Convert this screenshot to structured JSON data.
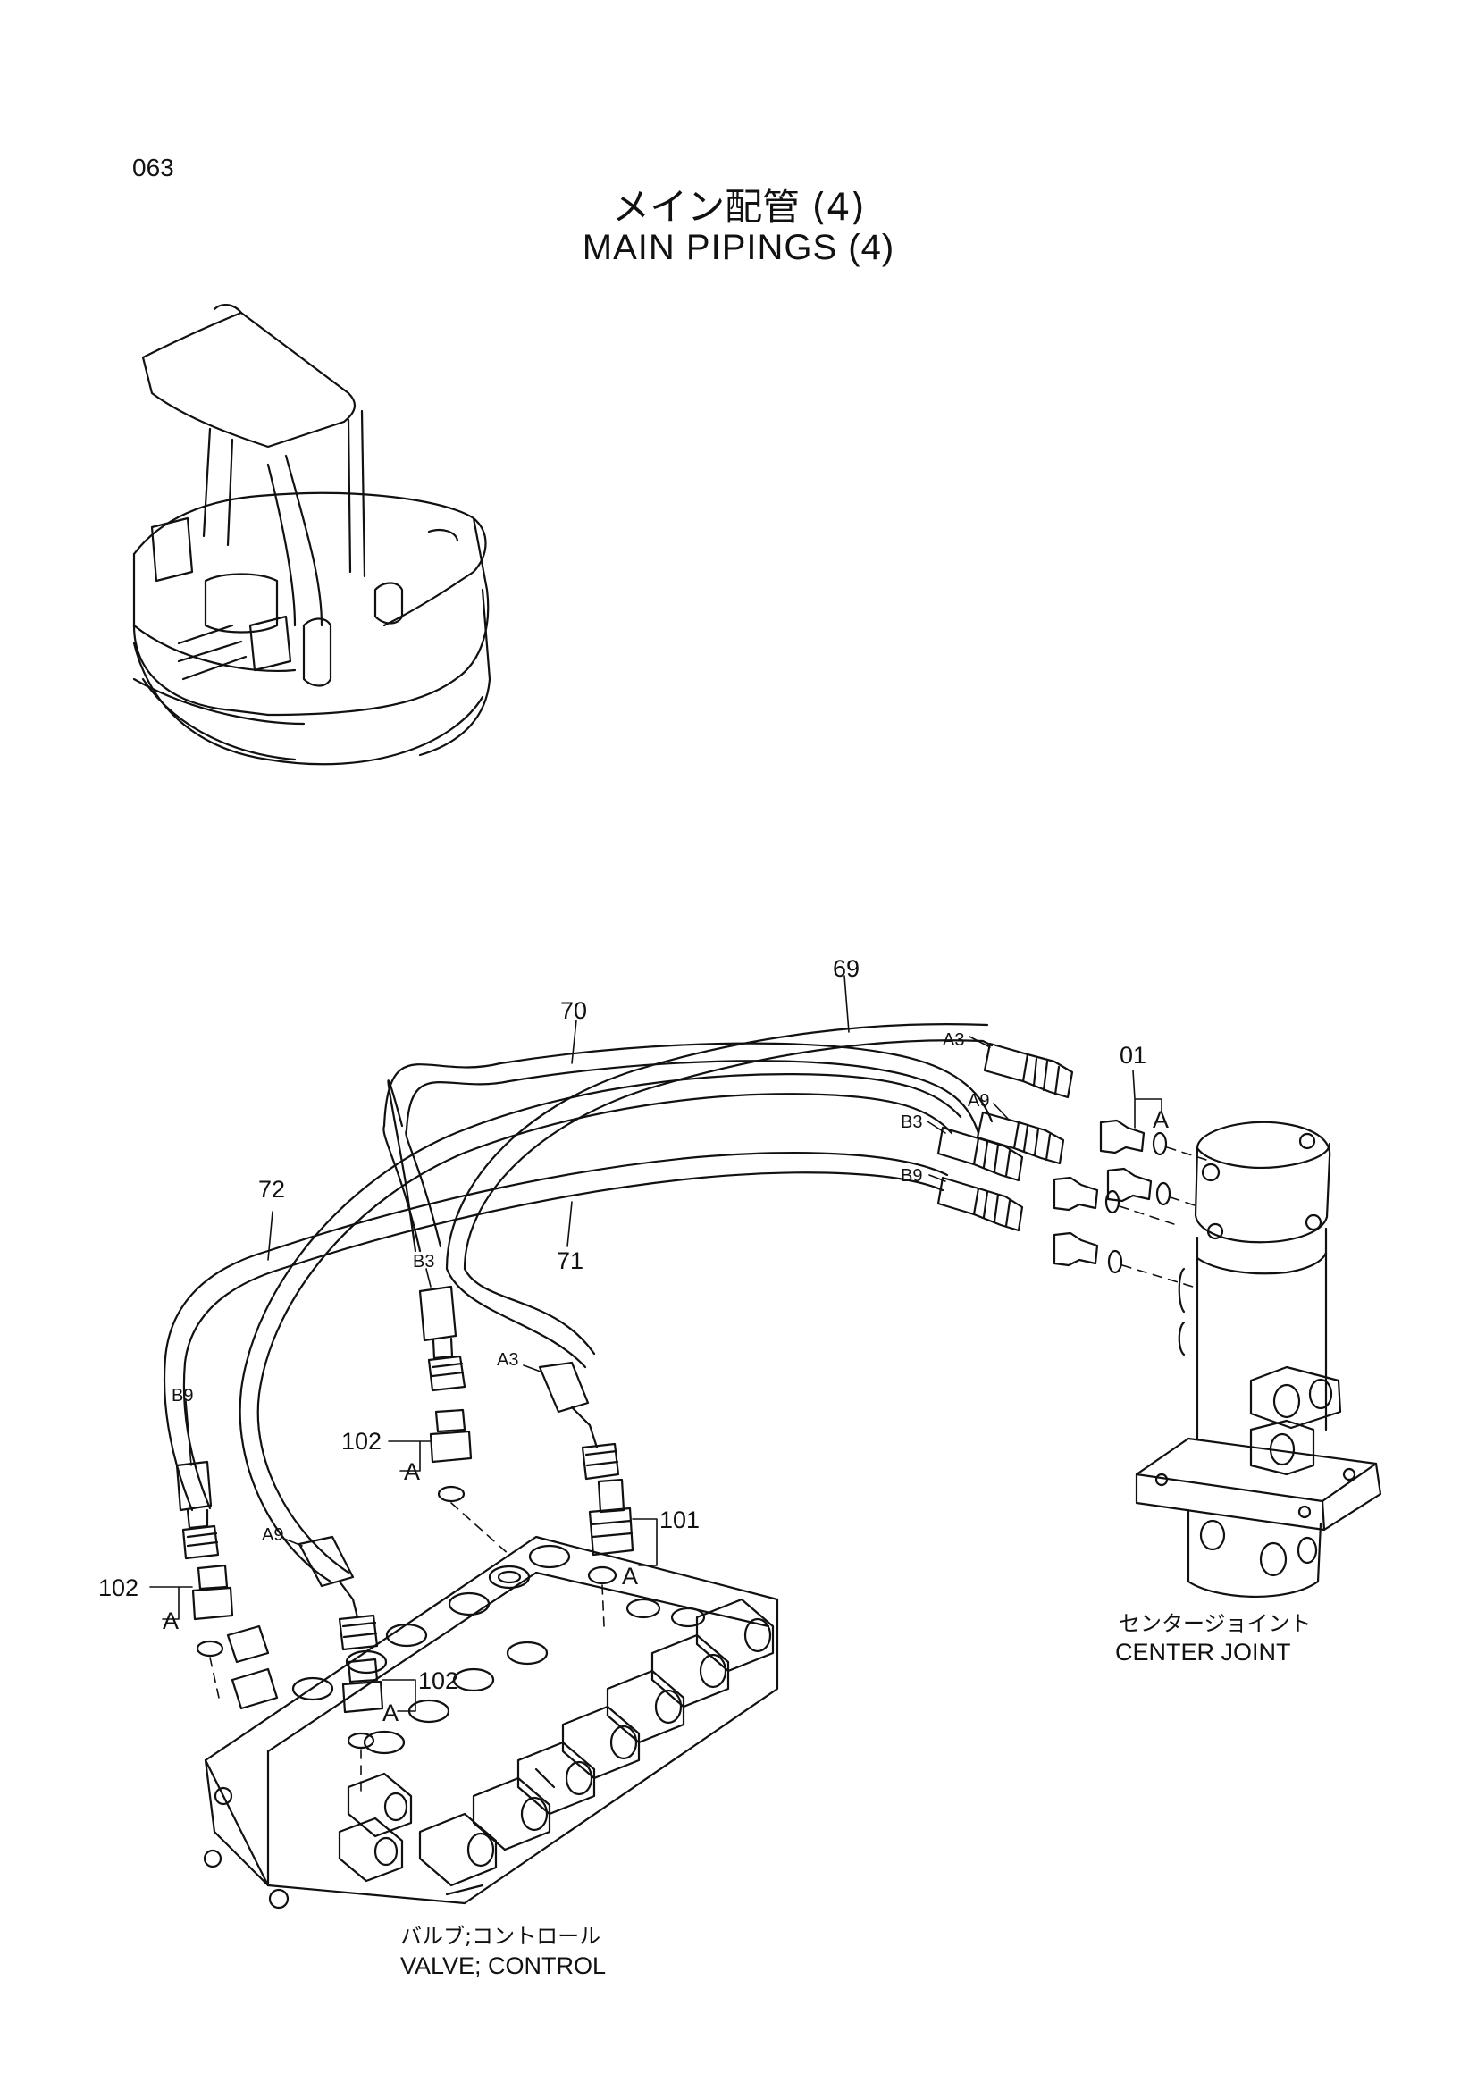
{
  "page_number": "063",
  "title_jp": "メイン配管 (4)",
  "title_en": "MAIN PIPINGS (4)",
  "callouts": {
    "c69": "69",
    "c70": "70",
    "c71": "71",
    "c72": "72",
    "c01": "01",
    "c101": "101",
    "c102_top": "102",
    "c102_left": "102",
    "c102_mid": "102"
  },
  "port_labels": {
    "a3_right": "A3",
    "a9_right": "A9",
    "b3_right": "B3",
    "b9_right": "B9",
    "b3_left": "B3",
    "a3_left": "A3",
    "b9_left": "B9",
    "a9_left": "A9"
  },
  "section_marks": {
    "a_joint": "A",
    "a_102_top": "A",
    "a_101": "A",
    "a_102_left": "A",
    "a_102_mid": "A"
  },
  "captions": {
    "center_joint_jp": "センタージョイント",
    "center_joint_en": "CENTER JOINT",
    "valve_jp": "バルブ;コントロール",
    "valve_en": "VALVE; CONTROL"
  }
}
